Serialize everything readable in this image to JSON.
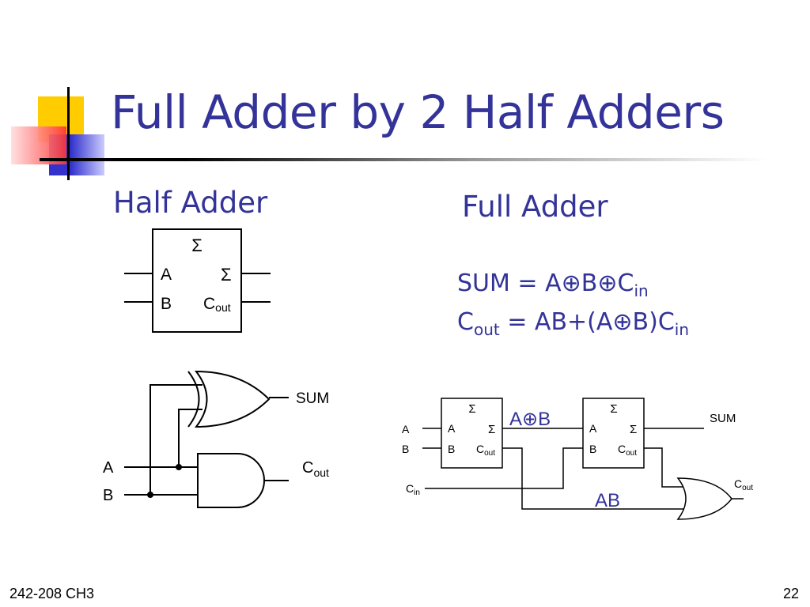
{
  "slide": {
    "title": "Full Adder by 2 Half Adders",
    "footer_left": "242-208 CH3",
    "page_number": "22"
  },
  "colors": {
    "title": "#333399",
    "accent_yellow": "#ffcc00",
    "accent_red": "#ff3333",
    "accent_blue": "#3333cc"
  },
  "half_adder": {
    "heading": "Half Adder",
    "block": {
      "sigma_top": "Σ",
      "in_a": "A",
      "in_b": "B",
      "out_sum": "Σ",
      "out_carry": "C",
      "out_carry_sub": "out"
    },
    "gates": {
      "sum_label": "SUM",
      "carry_label": "C",
      "carry_sub": "out",
      "in_a": "A",
      "in_b": "B"
    }
  },
  "full_adder": {
    "heading": "Full Adder",
    "equations": {
      "sum_lhs": "SUM = ",
      "sum_a": "A",
      "sum_b": "B",
      "sum_c": "C",
      "sum_c_sub": "in",
      "cout_c": "C",
      "cout_sub": "out",
      "cout_mid": " = AB+(A",
      "cout_b": "B)C",
      "cout_in": "in"
    },
    "circuit": {
      "in_a": "A",
      "in_b": "B",
      "in_cin": "C",
      "in_cin_sub": "in",
      "ha1": {
        "sigma": "Σ",
        "a": "A",
        "b": "B",
        "sum": "Σ",
        "carry": "C",
        "carry_sub": "out"
      },
      "ha2": {
        "sigma": "Σ",
        "a": "A",
        "b": "B",
        "sum": "Σ",
        "carry": "C",
        "carry_sub": "out"
      },
      "axb_a": "A",
      "axb_b": "B",
      "ab_label": "AB",
      "sum_label": "SUM",
      "cout": "C",
      "cout_sub": "out"
    }
  }
}
